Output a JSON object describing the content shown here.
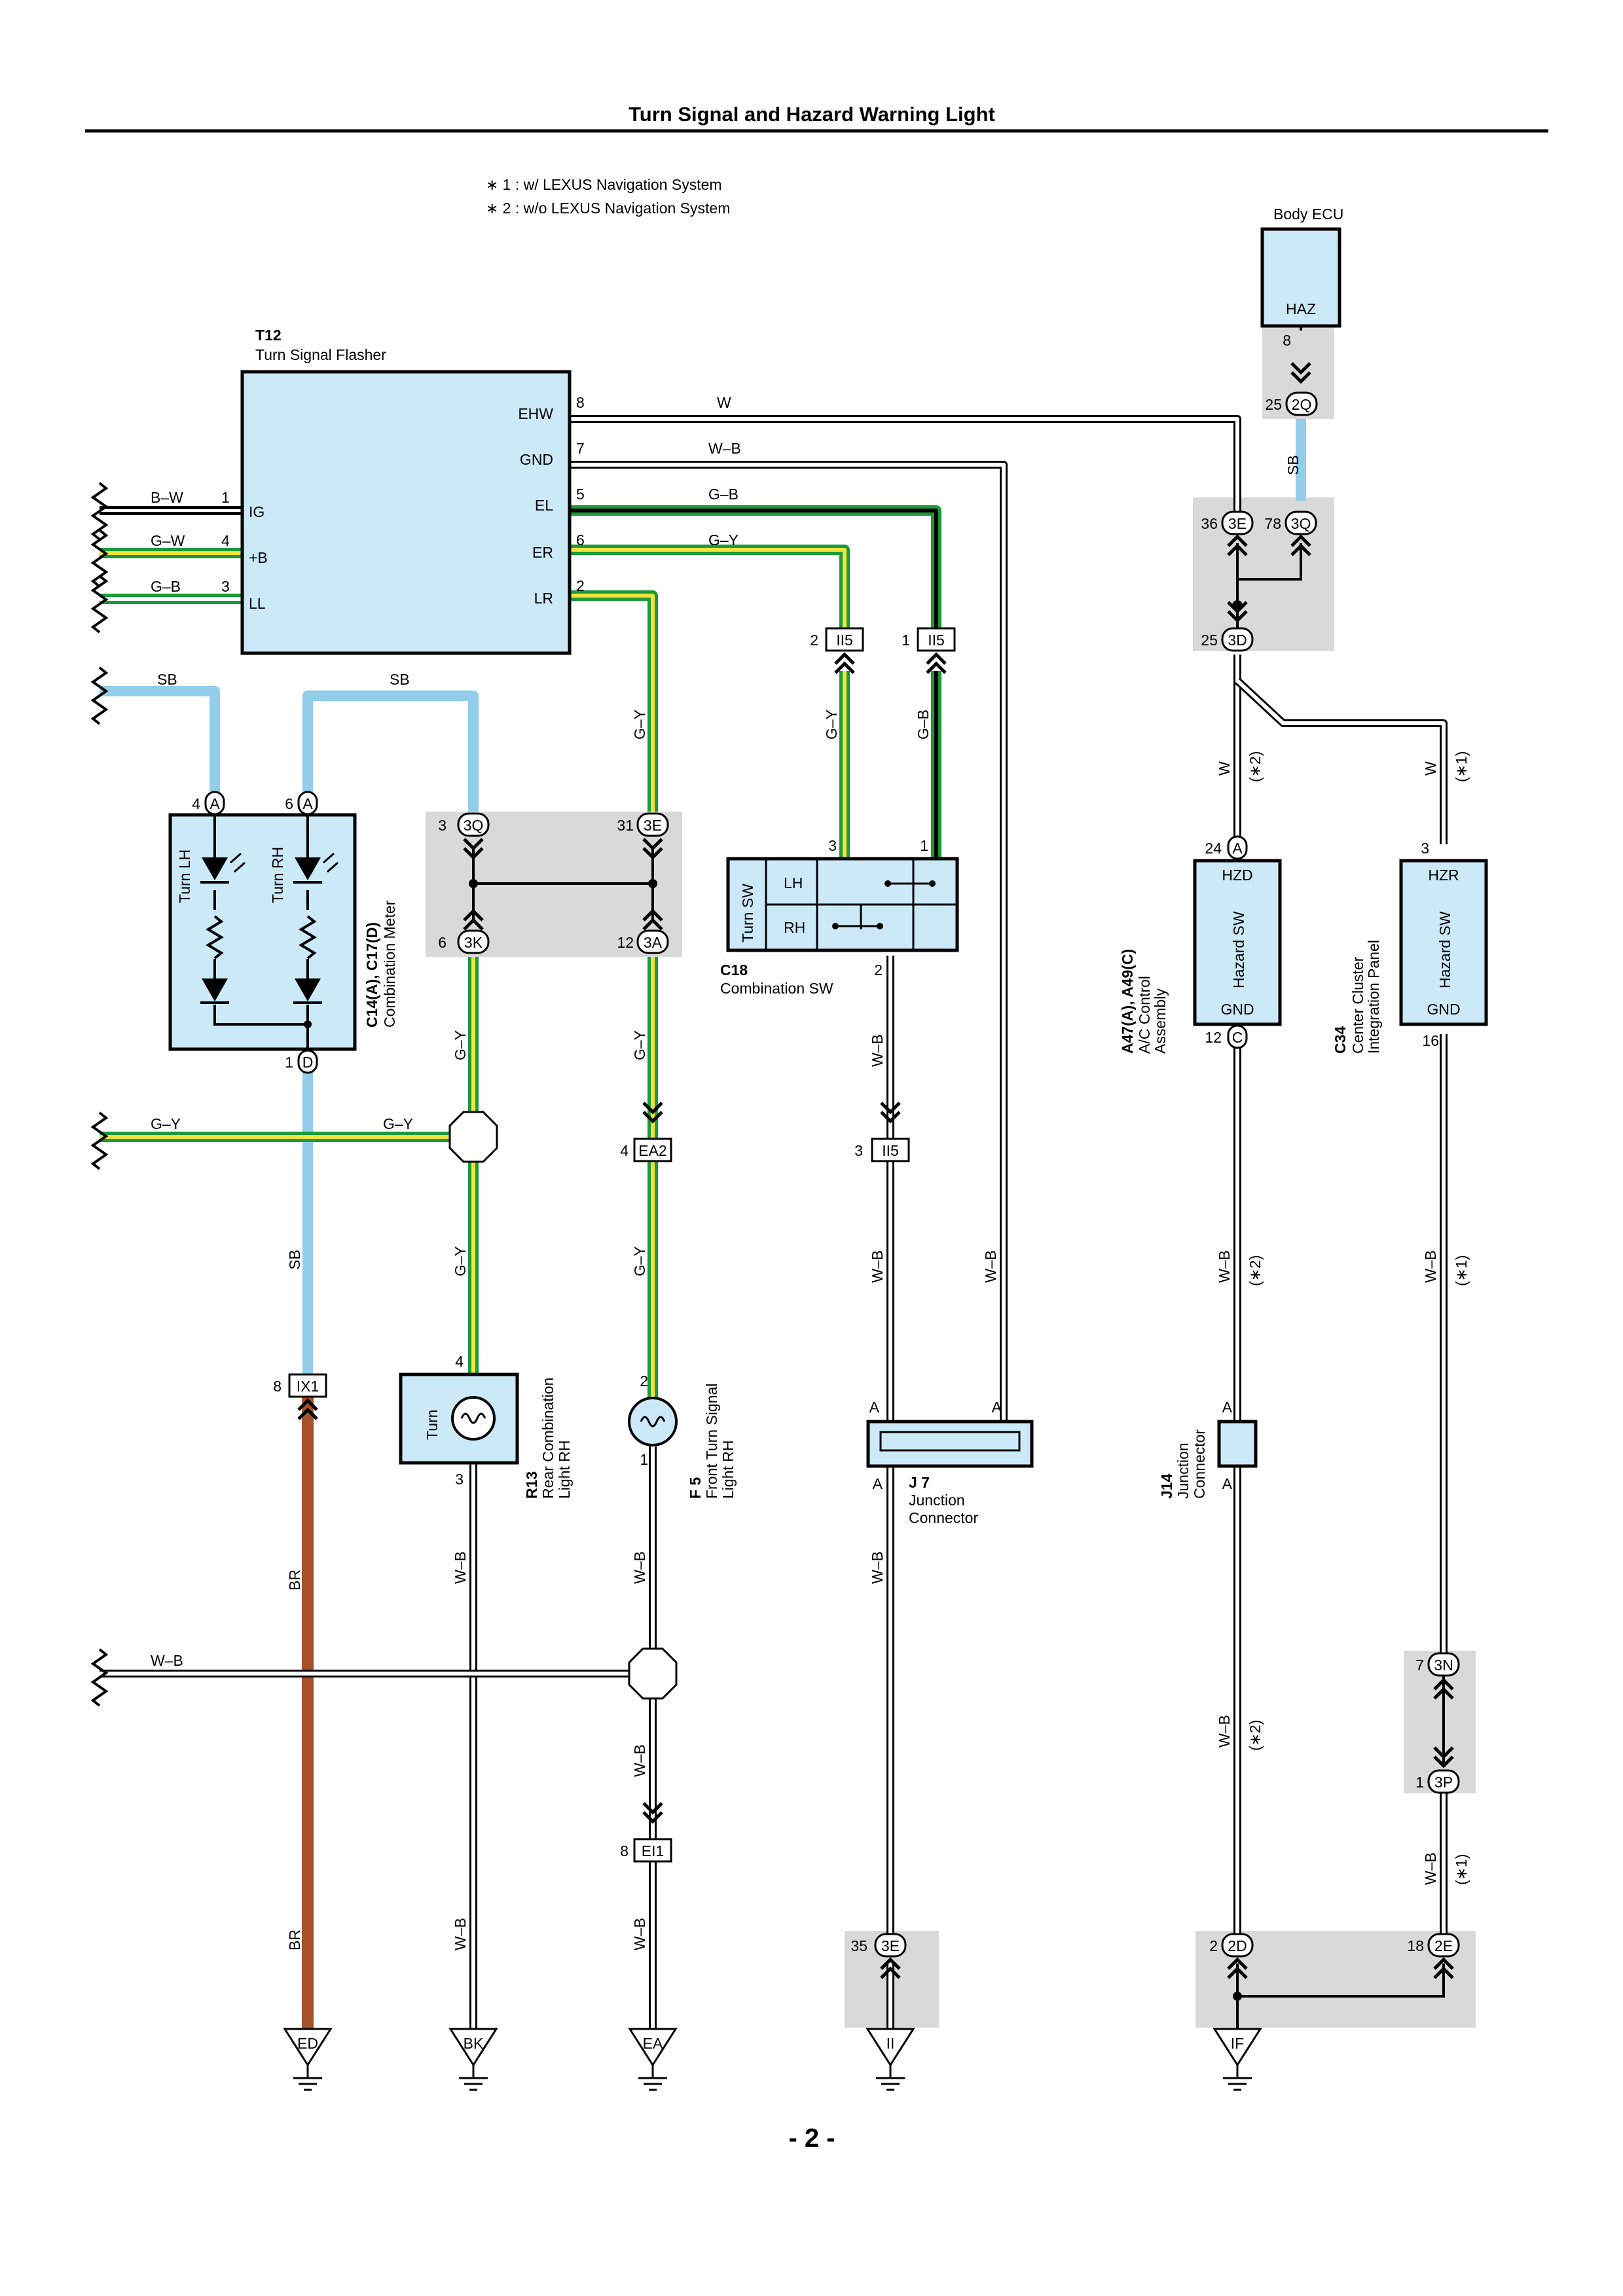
{
  "title": "Turn Signal and Hazard Warning Light",
  "page_number": "- 2 -",
  "notes": [
    "∗ 1 : w/ LEXUS Navigation System",
    "∗ 2 : w/o LEXUS Navigation System"
  ],
  "colors": {
    "component_fill": "#cbe9f6",
    "connector_group": "#d9d9d9",
    "wire_sb": "#92cdea",
    "wire_green": "#1a9a3a",
    "wire_yellow": "#f2e33a",
    "wire_br": "#a4512c"
  },
  "components": {
    "flasher": {
      "code": "T12",
      "name": "Turn Signal Flasher",
      "pins_left": [
        {
          "num": "1",
          "name": "IG"
        },
        {
          "num": "4",
          "name": "+B"
        },
        {
          "num": "3",
          "name": "LL"
        }
      ],
      "pins_right": [
        {
          "num": "8",
          "name": "EHW"
        },
        {
          "num": "7",
          "name": "GND"
        },
        {
          "num": "5",
          "name": "EL"
        },
        {
          "num": "6",
          "name": "ER"
        },
        {
          "num": "2",
          "name": "LR"
        }
      ]
    },
    "body_ecu": {
      "name": "Body ECU",
      "pin": "HAZ",
      "pin_num": "8"
    },
    "meter": {
      "code": "C14(A), C17(D)",
      "name": "Combination Meter",
      "turn_lh": "Turn LH",
      "turn_rh": "Turn RH",
      "pins": [
        {
          "num": "4",
          "conn": "A"
        },
        {
          "num": "6",
          "conn": "A"
        },
        {
          "num": "1",
          "conn": "D"
        }
      ]
    },
    "comb_sw": {
      "code": "C18",
      "name": "Combination SW",
      "label": "Turn SW",
      "lh": "LH",
      "rh": "RH",
      "pins": [
        {
          "num": "3"
        },
        {
          "num": "1"
        },
        {
          "num": "2"
        }
      ]
    },
    "ac_control": {
      "code": "A47(A), A49(C)",
      "name1": "A/C Control",
      "name2": "Assembly",
      "sw": "Hazard SW",
      "top": "HZD",
      "bottom": "GND",
      "pin_top": {
        "num": "24",
        "conn": "A"
      },
      "pin_bottom": {
        "num": "12",
        "conn": "C"
      }
    },
    "center_cluster": {
      "code": "C34",
      "name1": "Center Cluster",
      "name2": "Integration Panel",
      "sw": "Hazard SW",
      "top": "HZR",
      "bottom": "GND",
      "pin_top": "3",
      "pin_bottom": "16"
    },
    "rear_light": {
      "code": "R13",
      "name1": "Rear Combination",
      "name2": "Light RH",
      "label": "Turn",
      "pin_top": "4",
      "pin_bottom": "3"
    },
    "front_light": {
      "code": "F 5",
      "name1": "Front Turn Signal",
      "name2": "Light RH",
      "pin_top": "2",
      "pin_bottom": "1"
    },
    "j7": {
      "code": "J 7",
      "name1": "Junction",
      "name2": "Connector",
      "pin": "A"
    },
    "j14": {
      "code": "J14",
      "name1": "Junction",
      "name2": "Connector",
      "pin": "A"
    }
  },
  "connectors": {
    "c2q": {
      "num": "25",
      "conn": "2Q"
    },
    "c3e_top": {
      "num": "36",
      "conn": "3E"
    },
    "c3q_top": {
      "num": "78",
      "conn": "3Q"
    },
    "c3d": {
      "num": "25",
      "conn": "3D"
    },
    "c3q_mid": {
      "num": "3",
      "conn": "3Q"
    },
    "c3e_mid": {
      "num": "31",
      "conn": "3E"
    },
    "c3k": {
      "num": "6",
      "conn": "3K"
    },
    "c3a": {
      "num": "12",
      "conn": "3A"
    },
    "ii5_a": {
      "num": "2",
      "conn": "II5"
    },
    "ii5_b": {
      "num": "1",
      "conn": "II5"
    },
    "ii5_c": {
      "num": "3",
      "conn": "II5"
    },
    "ea2": {
      "num": "4",
      "conn": "EA2"
    },
    "ix1": {
      "num": "8",
      "conn": "IX1"
    },
    "ei1": {
      "num": "8",
      "conn": "EI1"
    },
    "c3e_bot": {
      "num": "35",
      "conn": "3E"
    },
    "c2d": {
      "num": "2",
      "conn": "2D"
    },
    "c2e": {
      "num": "18",
      "conn": "2E"
    },
    "c3n": {
      "num": "7",
      "conn": "3N"
    },
    "c3p": {
      "num": "1",
      "conn": "3P"
    }
  },
  "grounds": [
    "ED",
    "BK",
    "EA",
    "II",
    "IF"
  ],
  "wires": {
    "w": "W",
    "wb": "W–B",
    "gb": "G–B",
    "gy": "G–Y",
    "bw": "B–W",
    "gw": "G–W",
    "sb": "SB",
    "br": "BR"
  },
  "notes_tags": {
    "n1": "(∗1)",
    "n2": "(∗2)"
  }
}
